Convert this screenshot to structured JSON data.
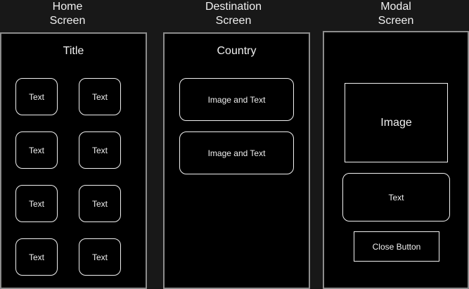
{
  "screens": {
    "home": {
      "label": "Home\nScreen",
      "title": "Title",
      "tiles": [
        "Text",
        "Text",
        "Text",
        "Text",
        "Text",
        "Text",
        "Text",
        "Text"
      ]
    },
    "destination": {
      "label": "Destination\nScreen",
      "title": "Country",
      "cards": [
        "Image and Text",
        "Image and Text"
      ]
    },
    "modal": {
      "label": "Modal\nScreen",
      "image": "Image",
      "text": "Text",
      "close_button": "Close Button"
    }
  },
  "colors": {
    "background": "#181818",
    "screen": "#000000",
    "screen_border": "#8c8c8c",
    "stroke": "#f0f0f0"
  }
}
